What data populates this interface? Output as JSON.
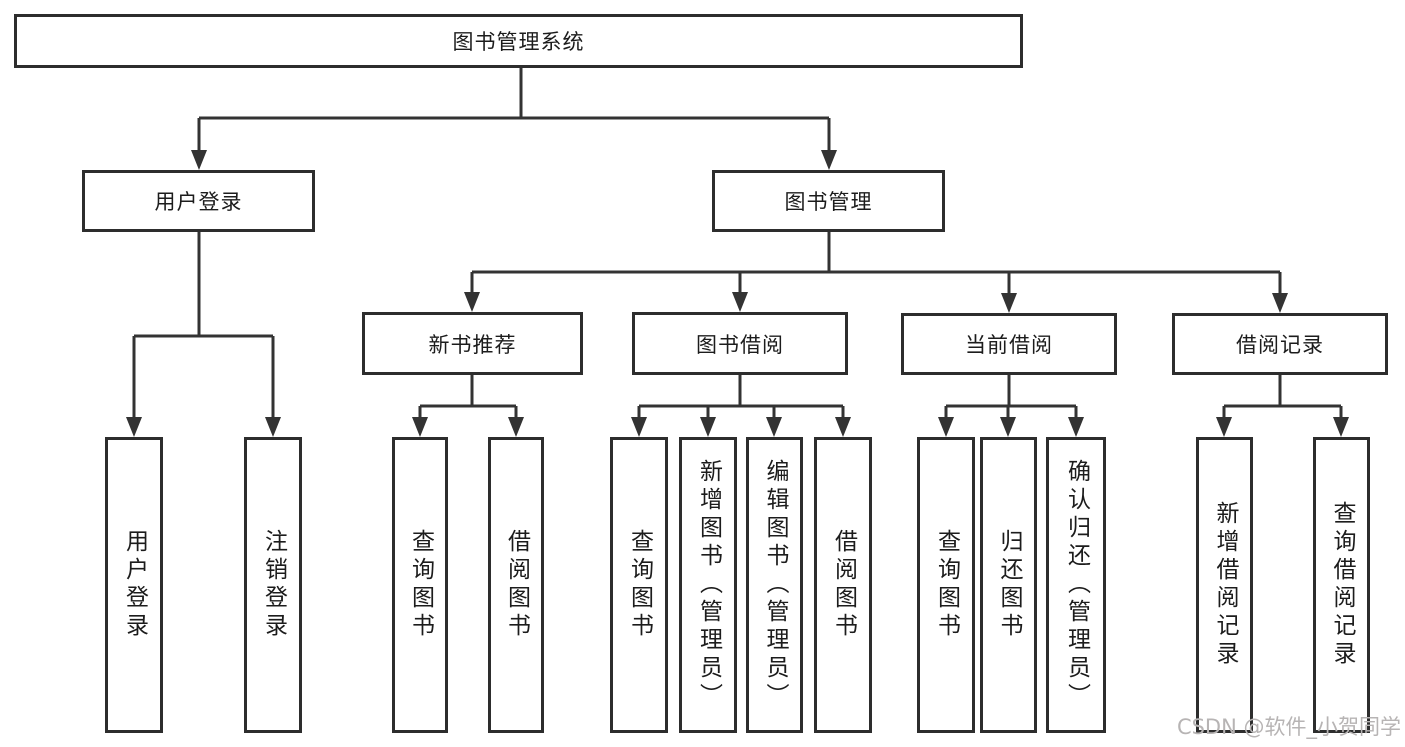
{
  "diagram_title": "图书管理系统",
  "tree": {
    "root": "图书管理系统",
    "level2": [
      "用户登录",
      "图书管理"
    ],
    "level3": [
      "新书推荐",
      "图书借阅",
      "当前借阅",
      "借阅记录"
    ],
    "level4": [
      "用户登录",
      "注销登录",
      "查询图书",
      "借阅图书",
      "查询图书",
      "新增图书（管理员）",
      "编辑图书（管理员）",
      "借阅图书",
      "查询图书",
      "归还图书",
      "确认归还（管理员）",
      "新增借阅记录",
      "查询借阅记录"
    ]
  },
  "edges": [
    {
      "from": "图书管理系统",
      "to": "用户登录"
    },
    {
      "from": "图书管理系统",
      "to": "图书管理"
    },
    {
      "from": "用户登录",
      "to": "用户登录"
    },
    {
      "from": "用户登录",
      "to": "注销登录"
    },
    {
      "from": "图书管理",
      "to": "新书推荐"
    },
    {
      "from": "图书管理",
      "to": "图书借阅"
    },
    {
      "from": "图书管理",
      "to": "当前借阅"
    },
    {
      "from": "图书管理",
      "to": "借阅记录"
    },
    {
      "from": "新书推荐",
      "to": "查询图书"
    },
    {
      "from": "新书推荐",
      "to": "借阅图书"
    },
    {
      "from": "图书借阅",
      "to": "查询图书"
    },
    {
      "from": "图书借阅",
      "to": "新增图书（管理员）"
    },
    {
      "from": "图书借阅",
      "to": "编辑图书（管理员）"
    },
    {
      "from": "图书借阅",
      "to": "借阅图书"
    },
    {
      "from": "当前借阅",
      "to": "查询图书"
    },
    {
      "from": "当前借阅",
      "to": "归还图书"
    },
    {
      "from": "当前借阅",
      "to": "确认归还（管理员）"
    },
    {
      "from": "借阅记录",
      "to": "新增借阅记录"
    },
    {
      "from": "借阅记录",
      "to": "查询借阅记录"
    }
  ],
  "watermark": "CSDN @软件_小贺同学",
  "colors": {
    "line": "#333333",
    "box_border": "#2d2d2d",
    "text": "#1c1c1c",
    "watermark": "#b7b4b4",
    "background": "#ffffff"
  }
}
